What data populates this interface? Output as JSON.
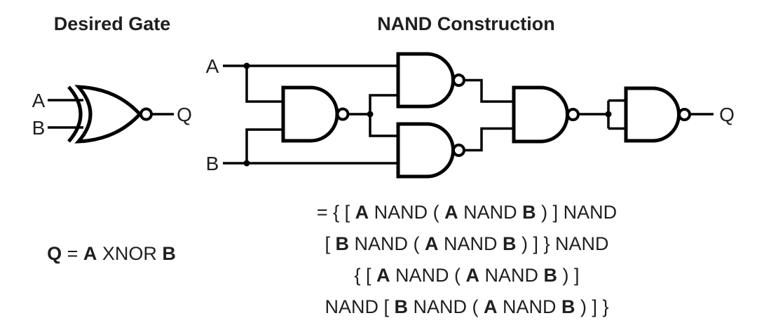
{
  "colors": {
    "ink": "#000000",
    "text": "#1f1f1f",
    "background": "#ffffff"
  },
  "desired_gate": {
    "title": "Desired Gate",
    "gate_type": "XNOR",
    "input_a": "A",
    "input_b": "B",
    "output": "Q",
    "equation": [
      {
        "t": "Q",
        "b": true
      },
      {
        "t": " = ",
        "b": false
      },
      {
        "t": "A",
        "b": true
      },
      {
        "t": " XNOR ",
        "b": false
      },
      {
        "t": "B",
        "b": true
      }
    ]
  },
  "nand_construction": {
    "title": "NAND Construction",
    "input_a": "A",
    "input_b": "B",
    "output": "Q",
    "gate_count": 5,
    "gate_types": [
      "NAND",
      "NAND",
      "NAND",
      "NAND",
      "NAND"
    ],
    "equation_lines": [
      [
        {
          "t": "= { [ ",
          "b": false
        },
        {
          "t": "A",
          "b": true
        },
        {
          "t": " NAND ( ",
          "b": false
        },
        {
          "t": "A",
          "b": true
        },
        {
          "t": " NAND ",
          "b": false
        },
        {
          "t": "B",
          "b": true
        },
        {
          "t": " ) ] NAND",
          "b": false
        }
      ],
      [
        {
          "t": "[ ",
          "b": false
        },
        {
          "t": "B",
          "b": true
        },
        {
          "t": " NAND ( ",
          "b": false
        },
        {
          "t": "A",
          "b": true
        },
        {
          "t": " NAND ",
          "b": false
        },
        {
          "t": "B",
          "b": true
        },
        {
          "t": " ) ] } NAND",
          "b": false
        }
      ],
      [
        {
          "t": "{ [ ",
          "b": false
        },
        {
          "t": "A",
          "b": true
        },
        {
          "t": " NAND ( ",
          "b": false
        },
        {
          "t": "A",
          "b": true
        },
        {
          "t": " NAND ",
          "b": false
        },
        {
          "t": "B",
          "b": true
        },
        {
          "t": " ) ]",
          "b": false
        }
      ],
      [
        {
          "t": "NAND [ ",
          "b": false
        },
        {
          "t": "B",
          "b": true
        },
        {
          "t": " NAND ( ",
          "b": false
        },
        {
          "t": "A",
          "b": true
        },
        {
          "t": " NAND ",
          "b": false
        },
        {
          "t": "B",
          "b": true
        },
        {
          "t": " ) ] }",
          "b": false
        }
      ]
    ]
  }
}
